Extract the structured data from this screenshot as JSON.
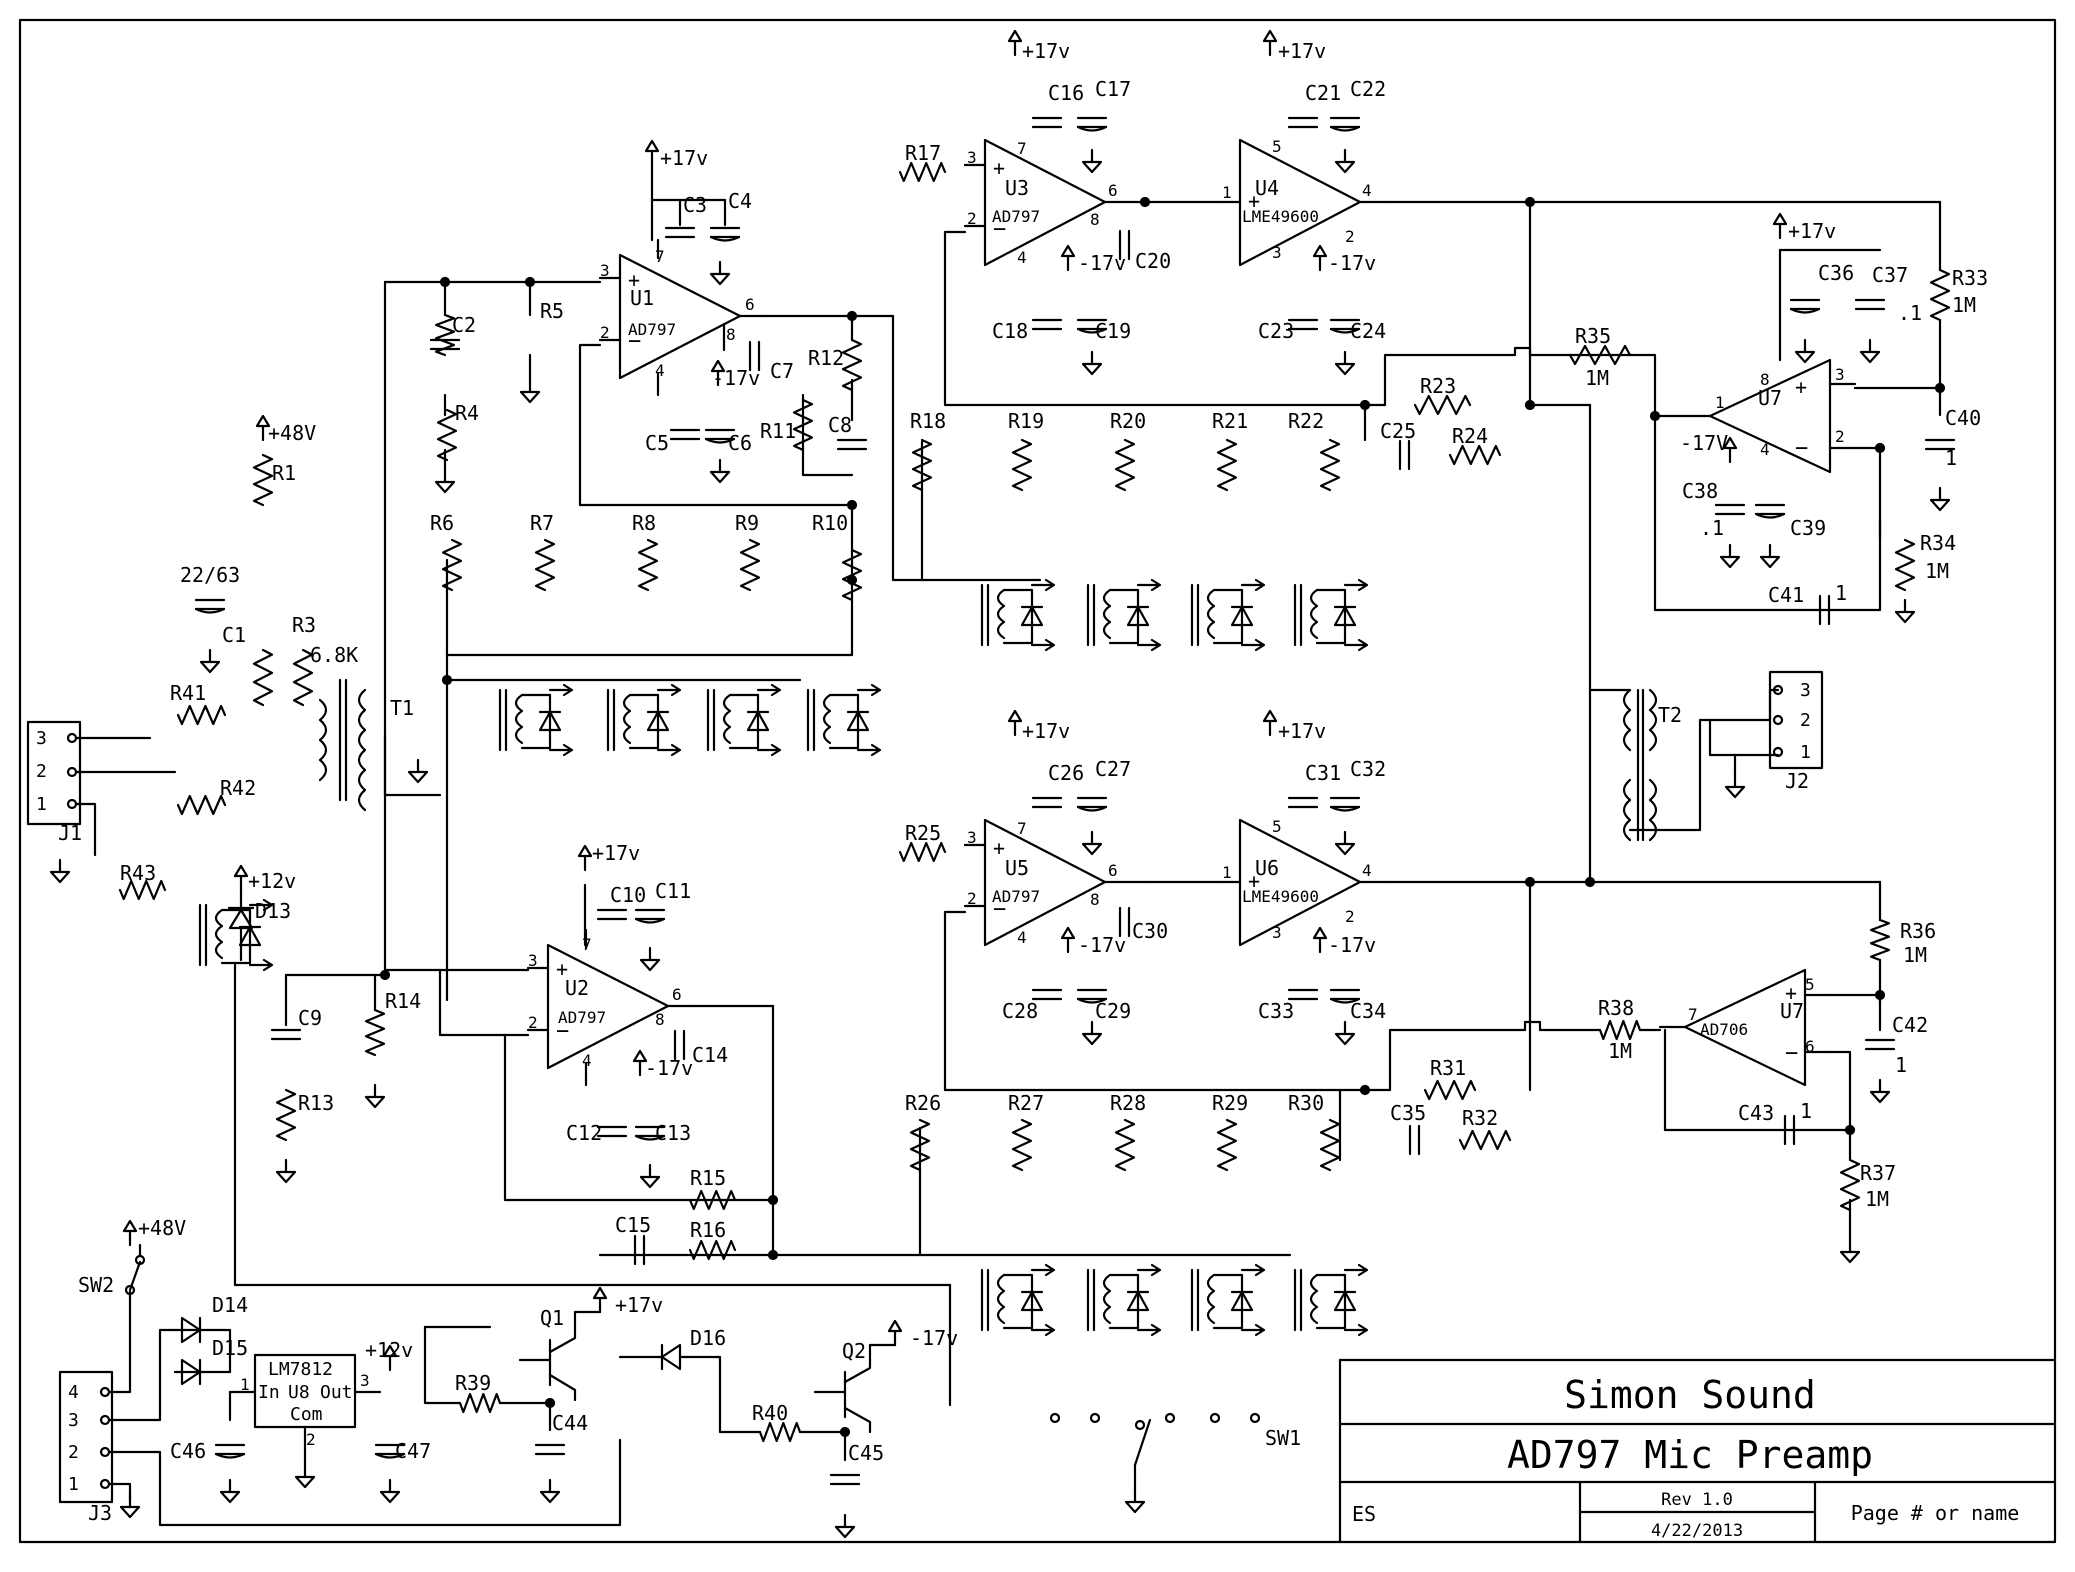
{
  "title_block": {
    "company": "Simon Sound",
    "title": "AD797 Mic Preamp",
    "author": "ES",
    "rev": "Rev 1.0",
    "date": "4/22/2013",
    "page": "Page # or name"
  },
  "rails": {
    "p17": "+17v",
    "n17": "-17v",
    "p48": "+48V",
    "p12": "+12v",
    "n17_u7": "-17V"
  },
  "ics": {
    "u1": {
      "ref": "U1",
      "part": "AD797"
    },
    "u2": {
      "ref": "U2",
      "part": "AD797"
    },
    "u3": {
      "ref": "U3",
      "part": "AD797"
    },
    "u4": {
      "ref": "U4",
      "part": "LME49600"
    },
    "u5": {
      "ref": "U5",
      "part": "AD797"
    },
    "u6": {
      "ref": "U6",
      "part": "LME49600"
    },
    "u7a": {
      "ref": "U7",
      "part": ""
    },
    "u7b": {
      "ref": "U7",
      "part": "AD706"
    },
    "u8": {
      "ref": "U8",
      "part": "LM7812",
      "in": "In",
      "out": "Out",
      "com": "Com"
    }
  },
  "pins": {
    "p1": "1",
    "p2": "2",
    "p3": "3",
    "p4": "4",
    "p5": "5",
    "p6": "6",
    "p7": "7",
    "p8": "8"
  },
  "resistors": {
    "R1": "R1",
    "R3": "R3",
    "R3v": "6.8K",
    "R4": "R4",
    "R5": "R5",
    "R6": "R6",
    "R7": "R7",
    "R8": "R8",
    "R9": "R9",
    "R10": "R10",
    "R11": "R11",
    "R12": "R12",
    "R13": "R13",
    "R14": "R14",
    "R15": "R15",
    "R16": "R16",
    "R17": "R17",
    "R18": "R18",
    "R19": "R19",
    "R20": "R20",
    "R21": "R21",
    "R22": "R22",
    "R23": "R23",
    "R24": "R24",
    "R25": "R25",
    "R26": "R26",
    "R27": "R27",
    "R28": "R28",
    "R29": "R29",
    "R30": "R30",
    "R31": "R31",
    "R32": "R32",
    "R33": "R33",
    "R33v": "1M",
    "R34": "R34",
    "R34v": "1M",
    "R35": "R35",
    "R35v": "1M",
    "R36": "R36",
    "R36v": "1M",
    "R37": "R37",
    "R37v": "1M",
    "R38": "R38",
    "R38v": "1M",
    "R39": "R39",
    "R40": "R40",
    "R41": "R41",
    "R42": "R42",
    "R43": "R43"
  },
  "capacitors": {
    "C1": "C1",
    "C1v": "22/63",
    "C2": "C2",
    "C3": "C3",
    "C4": "C4",
    "C5": "C5",
    "C6": "C6",
    "C7": "C7",
    "C8": "C8",
    "C9": "C9",
    "C10": "C10",
    "C11": "C11",
    "C12": "C12",
    "C13": "C13",
    "C14": "C14",
    "C15": "C15",
    "C16": "C16",
    "C17": "C17",
    "C18": "C18",
    "C19": "C19",
    "C20": "C20",
    "C21": "C21",
    "C22": "C22",
    "C23": "C23",
    "C24": "C24",
    "C25": "C25",
    "C26": "C26",
    "C27": "C27",
    "C28": "C28",
    "C29": "C29",
    "C30": "C30",
    "C31": "C31",
    "C32": "C32",
    "C33": "C33",
    "C34": "C34",
    "C35": "C35",
    "C36": "C36",
    "C37": "C37",
    "C37v": ".1",
    "C38": "C38",
    "C38v": ".1",
    "C39": "C39",
    "C40": "C40",
    "C40v": "1",
    "C41": "C41",
    "C41v": "1",
    "C42": "C42",
    "C42v": "1",
    "C43": "C43",
    "C43v": "1",
    "C44": "C44",
    "C45": "C45",
    "C46": "C46",
    "C47": "C47"
  },
  "other": {
    "T1": "T1",
    "T2": "T2",
    "J1": "J1",
    "J2": "J2",
    "J3": "J3",
    "D13": "D13",
    "D14": "D14",
    "D15": "D15",
    "D16": "D16",
    "Q1": "Q1",
    "Q2": "Q2",
    "SW1": "SW1",
    "SW2": "SW2",
    "plus": "+",
    "minus": "−",
    "small_plus": "+"
  }
}
